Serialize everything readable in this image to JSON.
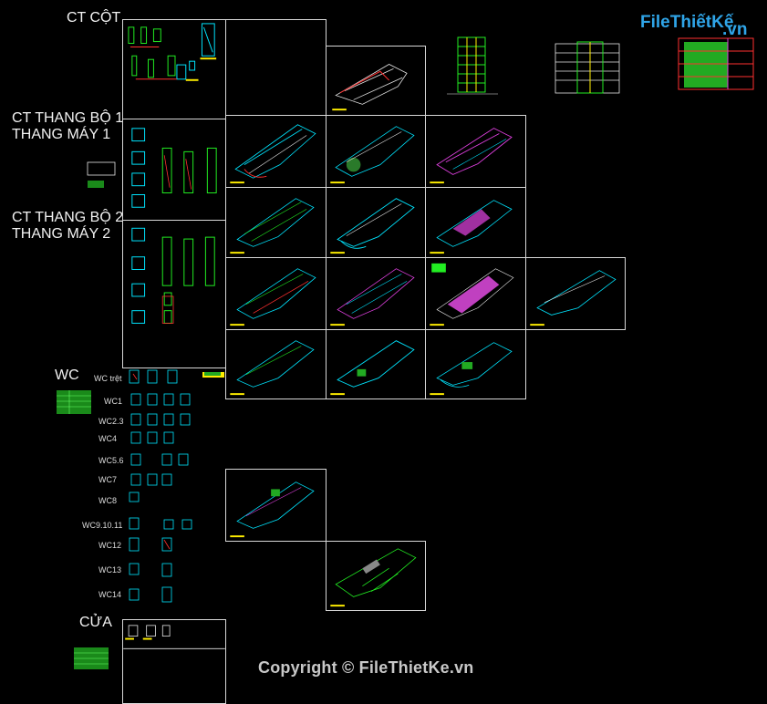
{
  "section_labels": {
    "ct_cot": "CT CỘT",
    "thang1_line1": "CT THANG BỘ 1",
    "thang1_line2": "THANG MÁY 1",
    "thang2_line1": "CT THANG BỘ 2",
    "thang2_line2": "THANG MÁY 2",
    "wc": "WC",
    "cua": "CỬA"
  },
  "wc_items": [
    "WC trệt",
    "WC1",
    "WC2.3",
    "WC4",
    "WC5.6",
    "WC7",
    "WC8",
    "WC9.10.11",
    "WC12",
    "WC13",
    "WC14"
  ],
  "watermark": "Copyright © FileThietKe.vn",
  "logo": {
    "name": "FileThiếtKế",
    "suffix": ".vn"
  },
  "colors": {
    "background": "#000000",
    "frame": "#d8d8d8",
    "cyan": "#00e5ff",
    "green": "#22ee22",
    "magenta": "#e040e0",
    "yellow": "#ffee00",
    "red": "#ff3030",
    "logo_blue": "#2fa4e7"
  }
}
